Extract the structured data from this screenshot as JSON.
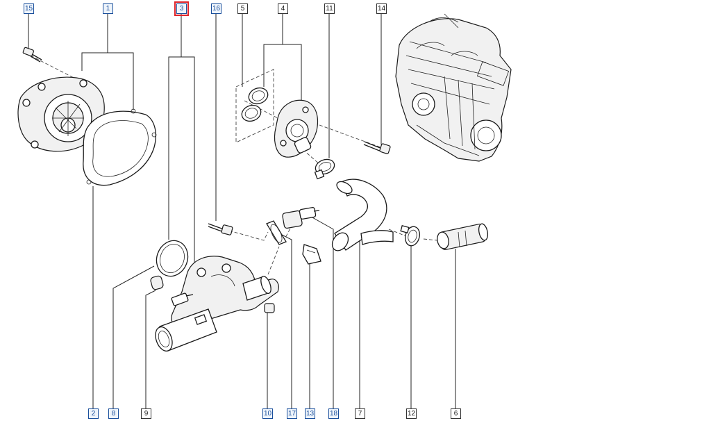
{
  "callouts": {
    "c15": "15",
    "c1": "1",
    "c3": "3",
    "c16": "16",
    "c5": "5",
    "c4": "4",
    "c11": "11",
    "c14": "14",
    "c2": "2",
    "c8": "8",
    "c9": "9",
    "c10": "10",
    "c17": "17",
    "c13": "13",
    "c18": "18",
    "c7": "7",
    "c12": "12",
    "c6": "6"
  },
  "selected_callout": "3",
  "colors": {
    "line": "#222222",
    "highlight": "#e0242a",
    "link": "#1a4f9c"
  },
  "icons": [
    "water-pump-icon",
    "gasket-icon",
    "thermostat-housing-icon",
    "hose-icon",
    "sensor-icon",
    "bolt-icon",
    "clamp-icon",
    "engine-block-icon"
  ]
}
